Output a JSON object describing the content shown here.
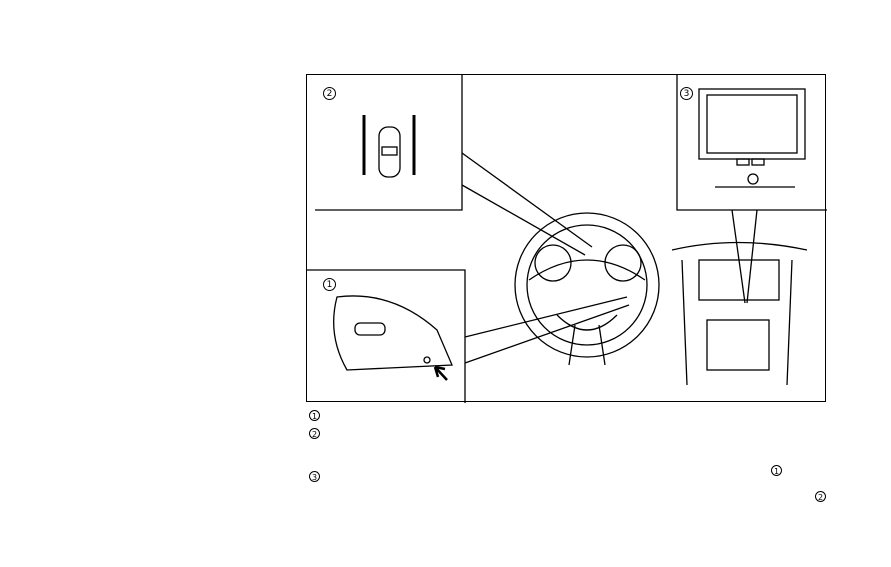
{
  "figure": {
    "inset_labels": [
      "1",
      "2",
      "3"
    ]
  },
  "legend": {
    "markers": [
      "1",
      "2",
      "3"
    ]
  },
  "inline_markers": [
    "1",
    "2"
  ]
}
